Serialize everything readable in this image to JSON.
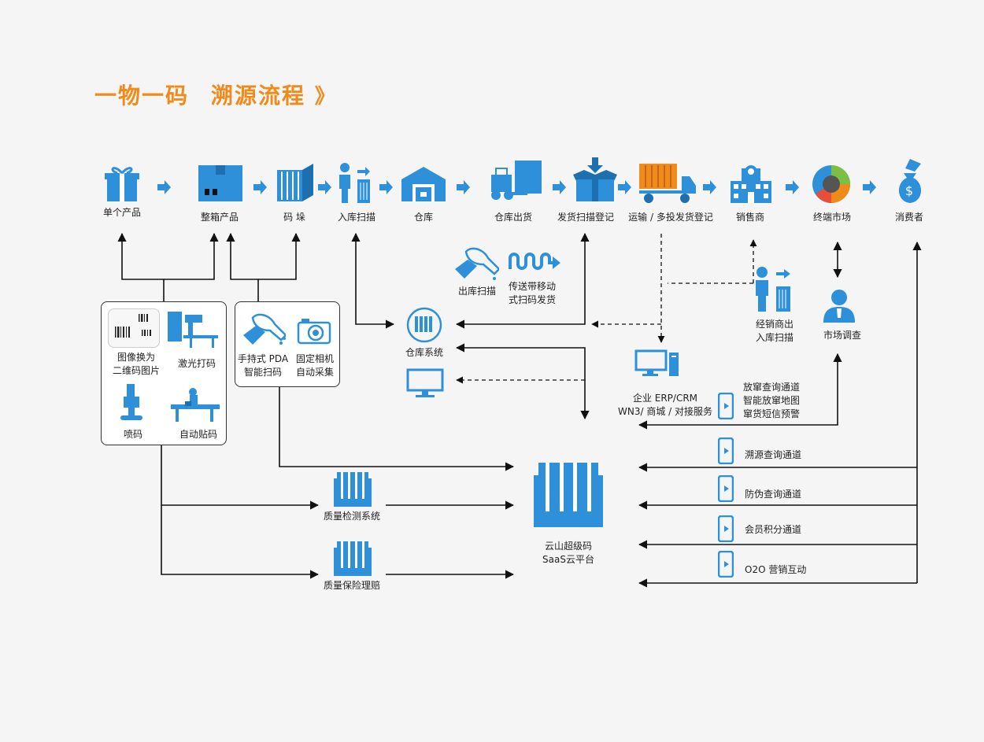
{
  "title": {
    "part1": "一物一码",
    "part2": "溯源流程",
    "chevron": "》"
  },
  "colors": {
    "accent": "#f08a1a",
    "blue": "#2e90d8",
    "dark": "#111111"
  },
  "top_flow": [
    {
      "id": "single-product",
      "label": "单个产品",
      "icon": "gift-icon"
    },
    {
      "id": "boxed-product",
      "label": "整箱产品",
      "icon": "box-icon"
    },
    {
      "id": "stack",
      "label": "码 垛",
      "icon": "pallet-icon"
    },
    {
      "id": "inbound-scan",
      "label": "入库扫描",
      "icon": "worker-scan-icon"
    },
    {
      "id": "warehouse",
      "label": "仓库",
      "icon": "warehouse-icon"
    },
    {
      "id": "warehouse-out",
      "label": "仓库出货",
      "icon": "forklift-icon"
    },
    {
      "id": "ship-scan",
      "label": "发货扫描登记",
      "icon": "open-box-icon"
    },
    {
      "id": "transport",
      "label": "运输 / 多投发货登记",
      "icon": "truck-icon"
    },
    {
      "id": "distributor",
      "label": "销售商",
      "icon": "building-icon"
    },
    {
      "id": "terminal-market",
      "label": "终端市场",
      "icon": "pie-ring-icon"
    },
    {
      "id": "consumer",
      "label": "消费者",
      "icon": "money-bag-icon"
    }
  ],
  "left_box": {
    "items": [
      {
        "label_l1": "图像换为",
        "label_l2": "二维码图片",
        "icon": "barcode-icon"
      },
      {
        "label_l1": "激光打码",
        "label_l2": "",
        "icon": "laser-printer-icon"
      },
      {
        "label_l1": "喷码",
        "label_l2": "",
        "icon": "inkjet-icon"
      },
      {
        "label_l1": "自动贴码",
        "label_l2": "",
        "icon": "labeler-icon"
      }
    ]
  },
  "scan_box": {
    "pda_l1": "手持式 PDA",
    "pda_l2": "智能扫码",
    "cam_l1": "固定相机",
    "cam_l2": "自动采集"
  },
  "middle": {
    "outbound_scan": "出库扫描",
    "conveyor_l1": "传送带移动",
    "conveyor_l2": "式扫码发货",
    "warehouse_system": "仓库系统",
    "dealer_scan_l1": "经销商出",
    "dealer_scan_l2": "入库扫描",
    "market_survey": "市场调查",
    "erp_l1": "企业 ERP/CRM",
    "erp_l2": "WN3/ 商城 / 对接服务"
  },
  "bottom": {
    "quality_system": "质量检测系统",
    "quality_insurance": "质量保险理赔",
    "platform_l1": "云山超级码",
    "platform_l2": "SaaS云平台"
  },
  "channels": {
    "group_l1": "放窜查询通道",
    "group_l2": "智能放窜地图",
    "group_l3": "窜货短信预警",
    "trace": "溯源查询通道",
    "anti_fake": "防伪查询通道",
    "member": "会员积分通道",
    "o2o": "O2O 营销互动"
  }
}
